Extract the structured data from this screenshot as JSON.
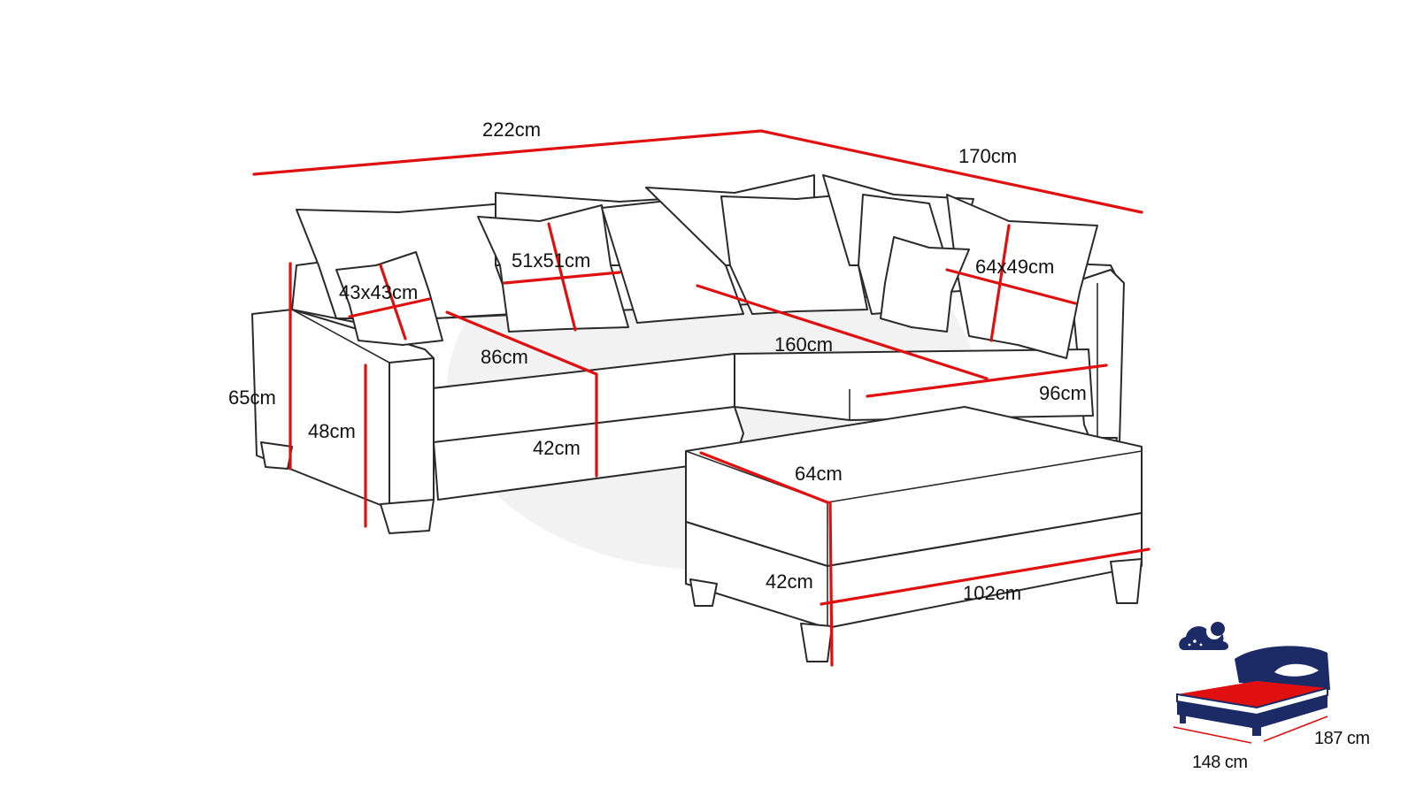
{
  "colors": {
    "dimension_line": "#e01010",
    "outline": "#2a2a2a",
    "watermark": "#ececec",
    "bed_blue": "#1c2a66",
    "bed_red": "#e01010"
  },
  "dimensions": {
    "total_width": "222cm",
    "total_depth": "170cm",
    "pillow_small": "43x43cm",
    "pillow_medium": "51x51cm",
    "pillow_large": "64x49cm",
    "seat_depth": "86cm",
    "chaise_length": "160cm",
    "chaise_width": "96cm",
    "back_height": "65cm",
    "arm_height": "48cm",
    "seat_height": "42cm",
    "ottoman_depth": "64cm",
    "ottoman_height": "42cm",
    "ottoman_width": "102cm"
  },
  "bed_function": {
    "icon": "bed-icon",
    "width": "148 cm",
    "length": "187 cm"
  }
}
